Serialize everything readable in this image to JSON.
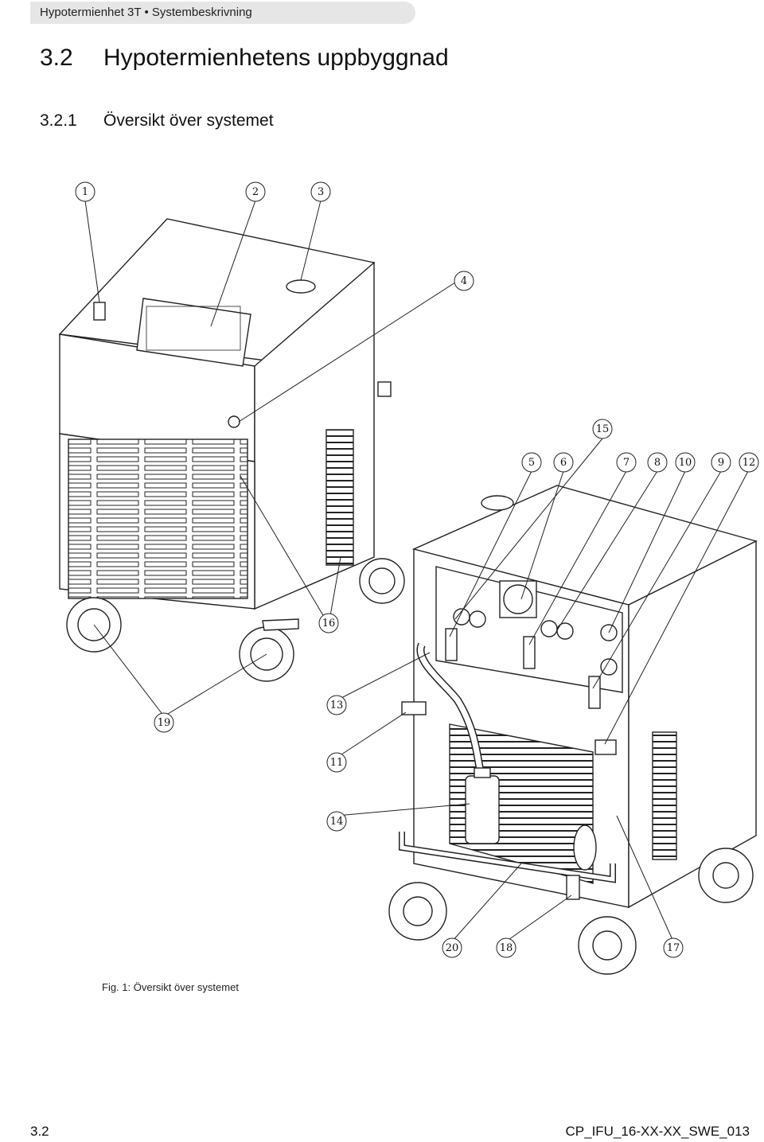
{
  "header": {
    "running_title": "Hypotermienhet 3T • Systembeskrivning"
  },
  "section": {
    "number": "3.2",
    "title": "Hypotermienhetens uppbyggnad"
  },
  "subsection": {
    "number": "3.2.1",
    "title": "Översikt över systemet"
  },
  "figure": {
    "caption": "Fig. 1: Översikt över systemet",
    "callouts": [
      "1",
      "2",
      "3",
      "4",
      "5",
      "6",
      "7",
      "8",
      "9",
      "10",
      "11",
      "12",
      "13",
      "14",
      "15",
      "16",
      "17",
      "18",
      "19",
      "20"
    ]
  },
  "footer": {
    "page_number": "3.2",
    "doc_code": "CP_IFU_16-XX-XX_SWE_013"
  }
}
